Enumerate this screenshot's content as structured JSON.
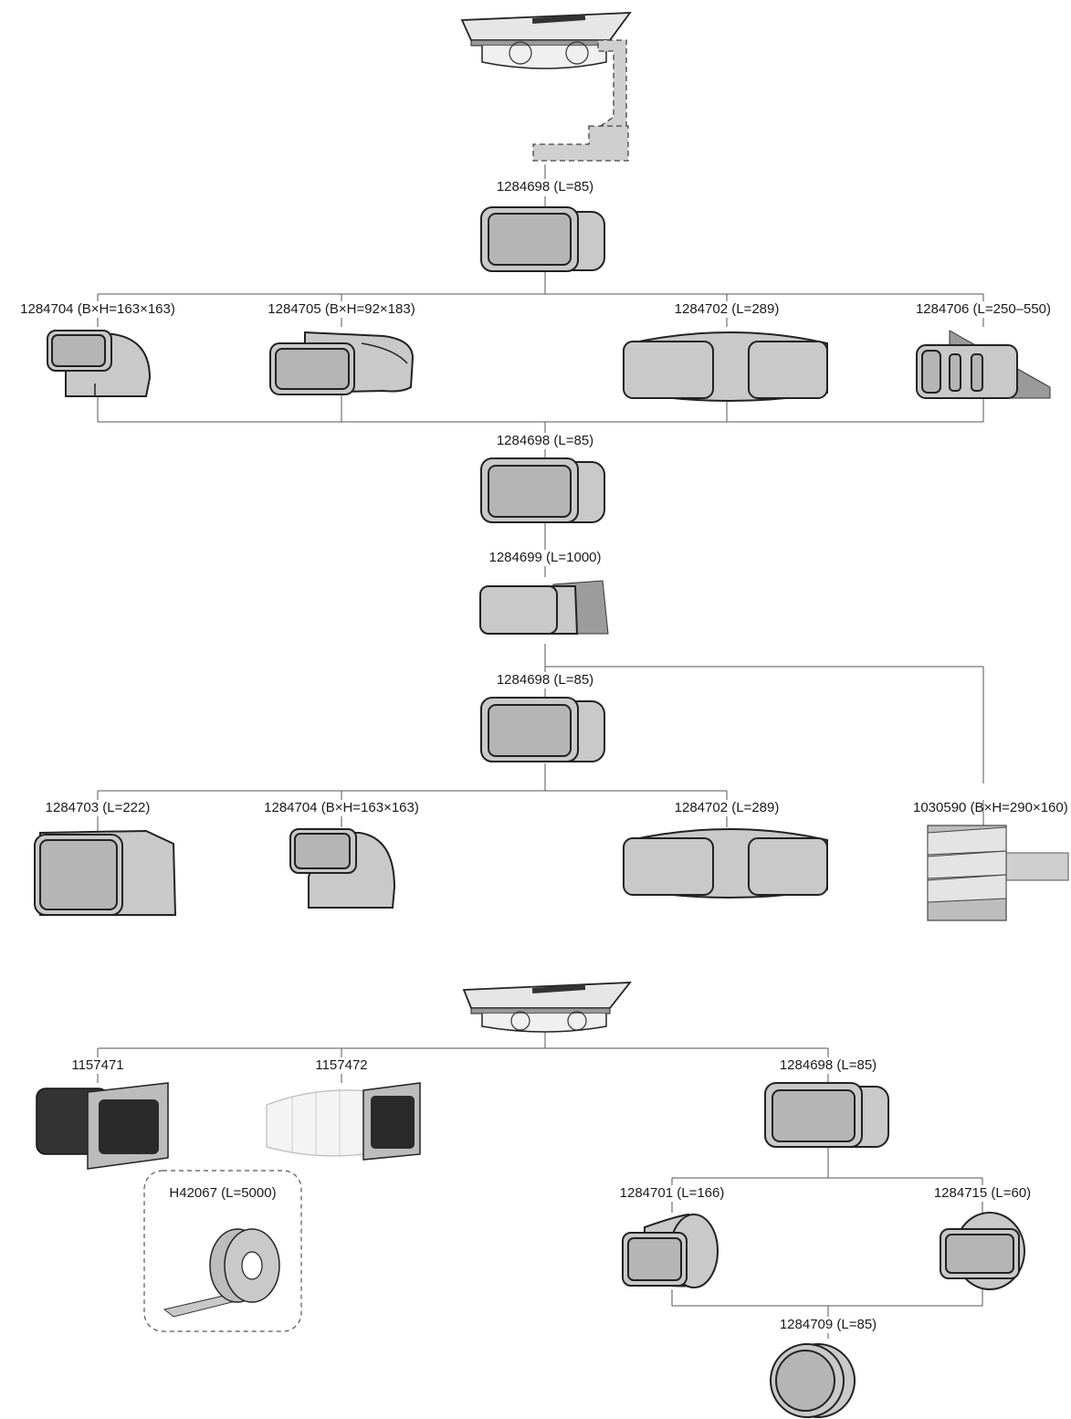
{
  "parts": {
    "p01": "1284698 (L=85)",
    "p02": "1284704 (B×H=163×163)",
    "p03": "1284705 (B×H=92×183)",
    "p04": "1284702 (L=289)",
    "p05": "1284706 (L=250–550)",
    "p06": "1284698 (L=85)",
    "p07": "1284699 (L=1000)",
    "p08": "1284698 (L=85)",
    "p09": "1284703 (L=222)",
    "p10": "1284704 (B×H=163×163)",
    "p11": "1284702 (L=289)",
    "p12": "1030590 (B×H=290×160)",
    "p13": "1157471",
    "p14": "1157472",
    "p15": "1284698 (L=85)",
    "p16": "H42067 (L=5000)",
    "p17": "1284701 (L=166)",
    "p18": "1284715 (L=60)",
    "p19": "1284709 (L=85)"
  },
  "icons": [
    "cooktop-extractor",
    "duct-connector",
    "duct-elbow-horizontal",
    "duct-elbow-vertical",
    "flat-bend",
    "telescopic-duct",
    "flat-duct",
    "duct-reducer",
    "wall-outlet-louvre",
    "flexible-duct",
    "sealing-tape-roll",
    "round-adapter",
    "round-connector"
  ]
}
